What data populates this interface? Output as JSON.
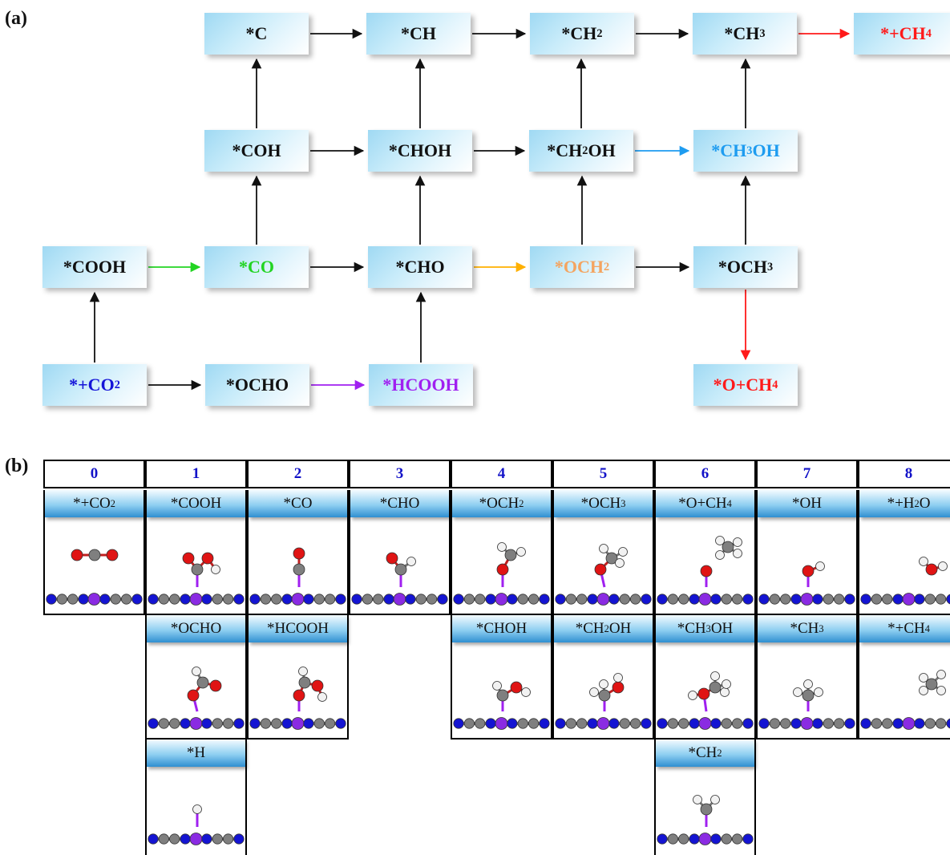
{
  "panel_a": {
    "label": "(a)",
    "nodes": [
      {
        "id": "C",
        "text": "*C",
        "color": "#111111"
      },
      {
        "id": "CH",
        "text": "*CH",
        "color": "#111111"
      },
      {
        "id": "CH2",
        "text": "*CH₂",
        "color": "#111111"
      },
      {
        "id": "CH3",
        "text": "*CH₃",
        "color": "#111111"
      },
      {
        "id": "CH4",
        "text": "*+CH₄",
        "color": "#ff1a1a"
      },
      {
        "id": "COH",
        "text": "*COH",
        "color": "#111111"
      },
      {
        "id": "CHOH",
        "text": "*CHOH",
        "color": "#111111"
      },
      {
        "id": "CH2OH",
        "text": "*CH₂OH",
        "color": "#111111"
      },
      {
        "id": "CH3OH",
        "text": "*CH₃OH",
        "color": "#1e9cf0"
      },
      {
        "id": "COOH",
        "text": "*COOH",
        "color": "#111111"
      },
      {
        "id": "CO",
        "text": "*CO",
        "color": "#22d422"
      },
      {
        "id": "CHO",
        "text": "*CHO",
        "color": "#111111"
      },
      {
        "id": "OCH2",
        "text": "*OCH₂",
        "color": "#f4a460"
      },
      {
        "id": "OCH3",
        "text": "*OCH₃",
        "color": "#111111"
      },
      {
        "id": "CO2",
        "text": "*+CO₂",
        "color": "#1414d8"
      },
      {
        "id": "OCHO",
        "text": "*OCHO",
        "color": "#111111"
      },
      {
        "id": "HCOOH",
        "text": "*HCOOH",
        "color": "#a020f0"
      },
      {
        "id": "OCH4",
        "text": "*O+CH₄",
        "color": "#ff1a1a"
      }
    ],
    "edges": [
      {
        "from": "C",
        "to": "CH",
        "color": "#111111"
      },
      {
        "from": "CH",
        "to": "CH2",
        "color": "#111111"
      },
      {
        "from": "CH2",
        "to": "CH3",
        "color": "#111111"
      },
      {
        "from": "CH3",
        "to": "CH4",
        "color": "#ff1a1a"
      },
      {
        "from": "COH",
        "to": "CHOH",
        "color": "#111111"
      },
      {
        "from": "CHOH",
        "to": "CH2OH",
        "color": "#111111"
      },
      {
        "from": "CH2OH",
        "to": "CH3OH",
        "color": "#1e9cf0"
      },
      {
        "from": "COOH",
        "to": "CO",
        "color": "#22d422"
      },
      {
        "from": "CO",
        "to": "CHO",
        "color": "#111111"
      },
      {
        "from": "CHO",
        "to": "OCH2",
        "color": "#ffb000"
      },
      {
        "from": "OCH2",
        "to": "OCH3",
        "color": "#111111"
      },
      {
        "from": "CO2",
        "to": "OCHO",
        "color": "#111111"
      },
      {
        "from": "OCHO",
        "to": "HCOOH",
        "color": "#a020f0"
      },
      {
        "from": "CO2",
        "to": "COOH",
        "color": "#111111"
      },
      {
        "from": "CO",
        "to": "COH",
        "color": "#111111"
      },
      {
        "from": "COH",
        "to": "C",
        "color": "#111111"
      },
      {
        "from": "HCOOH",
        "to": "CHO",
        "color": "#111111"
      },
      {
        "from": "CHO",
        "to": "CHOH",
        "color": "#111111"
      },
      {
        "from": "CHOH",
        "to": "CH",
        "color": "#111111"
      },
      {
        "from": "OCH2",
        "to": "CH2OH",
        "color": "#111111"
      },
      {
        "from": "CH2OH",
        "to": "CH2",
        "color": "#111111"
      },
      {
        "from": "OCH3",
        "to": "CH3OH",
        "color": "#111111"
      },
      {
        "from": "CH3OH",
        "to": "CH3",
        "color": "#111111"
      },
      {
        "from": "OCH3",
        "to": "OCH4",
        "color": "#ff1a1a"
      }
    ]
  },
  "panel_b": {
    "label": "(b)",
    "indices": [
      "0",
      "1",
      "2",
      "3",
      "4",
      "5",
      "6",
      "7",
      "8"
    ],
    "row1": [
      "*+CO₂",
      "*COOH",
      "*CO",
      "*CHO",
      "*OCH₂",
      "*OCH₃",
      "*O+CH₄",
      "*OH",
      "*+H₂O"
    ],
    "row2": [
      null,
      "*OCHO",
      "*HCOOH",
      null,
      "*CHOH",
      "*CH₂OH",
      "*CH₃OH",
      "*CH₃",
      "*+CH₄"
    ],
    "row3": [
      null,
      "*H",
      null,
      null,
      null,
      null,
      "*CH₂",
      null,
      null
    ],
    "molecules": {
      "row1": [
        "CO2",
        "COOH",
        "CO",
        "CHO",
        "OCH2",
        "OCH3",
        "O_CH4",
        "OH",
        "H2O"
      ],
      "row2": [
        null,
        "OCHO",
        "HCOOH",
        null,
        "CHOH",
        "CH2OH",
        "CH3OH",
        "CH3",
        "CH4"
      ],
      "row3": [
        null,
        "H",
        null,
        null,
        null,
        null,
        "CH2",
        null,
        null
      ]
    },
    "atom_colors": {
      "C": "#7f7f7f",
      "O": "#e01414",
      "H": "#f2f2f2",
      "N": "#1414d2",
      "M": "#8a2be2"
    }
  }
}
